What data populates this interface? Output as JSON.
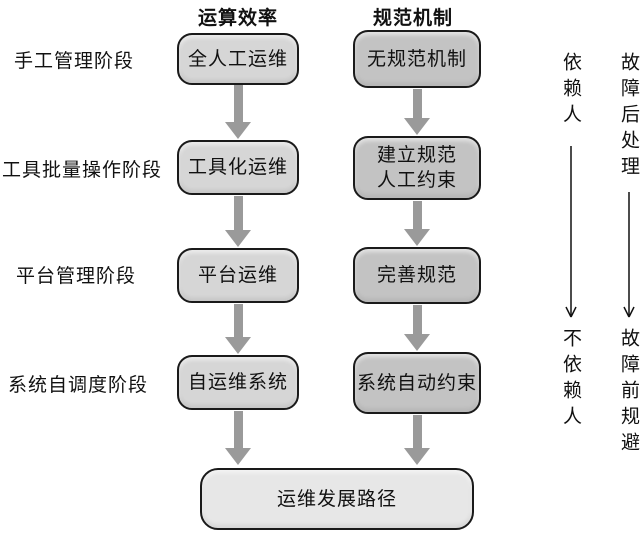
{
  "title_headers": {
    "operation_efficiency": "运算效率",
    "standard_mechanism": "规范机制"
  },
  "stage_labels": [
    "手工管理阶段",
    "工具批量操作阶段",
    "平台管理阶段",
    "系统自调度阶段"
  ],
  "efficiency_boxes": [
    {
      "lines": [
        "全人工运维"
      ]
    },
    {
      "lines": [
        "工具化运维"
      ]
    },
    {
      "lines": [
        "平台运维"
      ]
    },
    {
      "lines": [
        "自运维系统"
      ]
    }
  ],
  "mechanism_boxes": [
    {
      "lines": [
        "无规范机制"
      ]
    },
    {
      "lines": [
        "建立规范",
        "人工约束"
      ]
    },
    {
      "lines": [
        "完善规范"
      ]
    },
    {
      "lines": [
        "系统自动约束"
      ]
    }
  ],
  "bottom_box": "运维发展路径",
  "right_annotations": {
    "dependency": {
      "top": "依赖人",
      "bottom": "不依赖人"
    },
    "fault": {
      "top": "故障后处理",
      "bottom": "故障前规避"
    }
  },
  "colors": {
    "efficiency_box_fill": "#d6d6d6",
    "mechanism_box_fill": "#c3c3c3",
    "bottom_box_fill": "#e7e7e7",
    "box_border": "#1a1a1a",
    "arrow_gray": "#9a9a9a",
    "thin_arrow": "#111111",
    "text": "#111111"
  }
}
